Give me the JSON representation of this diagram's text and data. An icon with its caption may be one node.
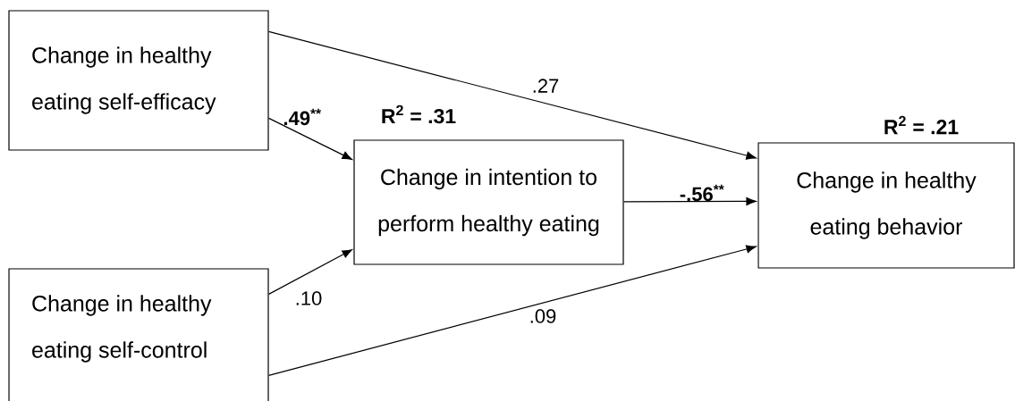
{
  "diagram": {
    "nodes": [
      {
        "text": [
          "Change in healthy eating self-efficacy"
        ]
      },
      {
        "text": [
          "Change in intention to perform healthy eating"
        ],
        "beside": [
          "R$^{2}$ = .31"
        ]
      },
      {
        "text": [
          "Change in healthy eating behavior"
        ],
        "beside": [
          "R$^{2}$ = .21"
        ]
      },
      {
        "text": [
          "Change in healthy eating self-control"
        ]
      }
    ],
    "edges": [
      {
        "from": 0,
        "to": 2,
        "arrow": "to",
        "label": ".27"
      },
      {
        "from": 0,
        "to": 1,
        "arrow": "to",
        "label": ".49$^{**}$"
      },
      {
        "from": 1,
        "to": 2,
        "arrow": "to",
        "label": "-.56$^{**}$"
      },
      {
        "from": 3,
        "to": 1,
        "arrow": "to",
        "label": ".10"
      },
      {
        "from": 3,
        "to": 2,
        "arrow": "to",
        "label": ".09"
      }
    ]
  }
}
